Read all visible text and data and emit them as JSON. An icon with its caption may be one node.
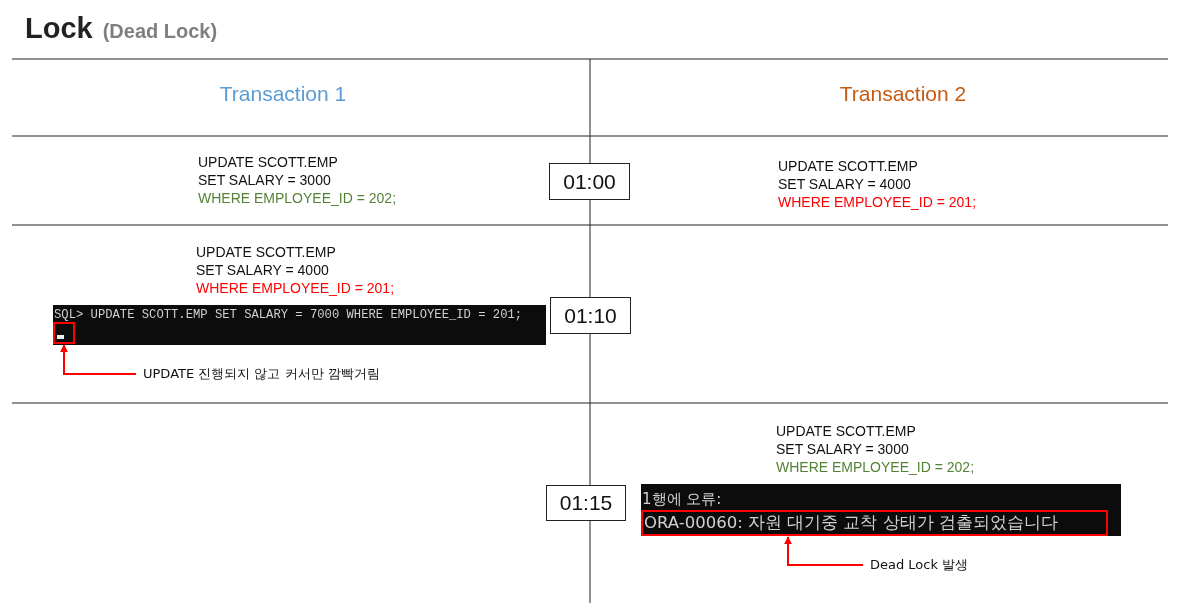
{
  "diagram": {
    "title": "Lock",
    "nodes": [
      {
        "text": [
          "01:00"
        ]
      },
      {
        "text": [
          "01:10"
        ]
      },
      {
        "text": [
          "01:15"
        ]
      },
      {
        "text": [
          "SQL> UPDATE SCOTT.EMP SET SALARY = 7000 WHERE EMPLOYEE_ID = 201;"
        ]
      },
      {
        "text": [],
        "shape": "box",
        "in": 3
      },
      {
        "text": [
          "UPDATE 진행되지 않고 커서만 깜빡거림"
        ]
      },
      {
        "text": [
          "1행에 오류:"
        ]
      },
      {
        "text": [
          "ORA-00060: 자원 대기중 교착 상태가 검출되었습니다"
        ],
        "in": 6
      },
      {
        "text": [
          "Dead Lock 발생"
        ]
      }
    ],
    "edges": [
      {
        "from": 5,
        "to": 4,
        "arrow": "to"
      },
      {
        "from": 8,
        "to": 7,
        "arrow": "to"
      }
    ],
    "labels": [
      "(Dead Lock)",
      "Transaction 1",
      "Transaction 2",
      "UPDATE SCOTT.EMP",
      "SET SALARY = 3000",
      "WHERE EMPLOYEE_ID = 202;",
      "UPDATE SCOTT.EMP",
      "SET SALARY = 4000",
      "WHERE EMPLOYEE_ID = 201;",
      "UPDATE SCOTT.EMP",
      "SET SALARY = 4000",
      "WHERE EMPLOYEE_ID = 201;",
      "UPDATE SCOTT.EMP",
      "SET SALARY = 3000",
      "WHERE EMPLOYEE_ID = 202;"
    ]
  }
}
